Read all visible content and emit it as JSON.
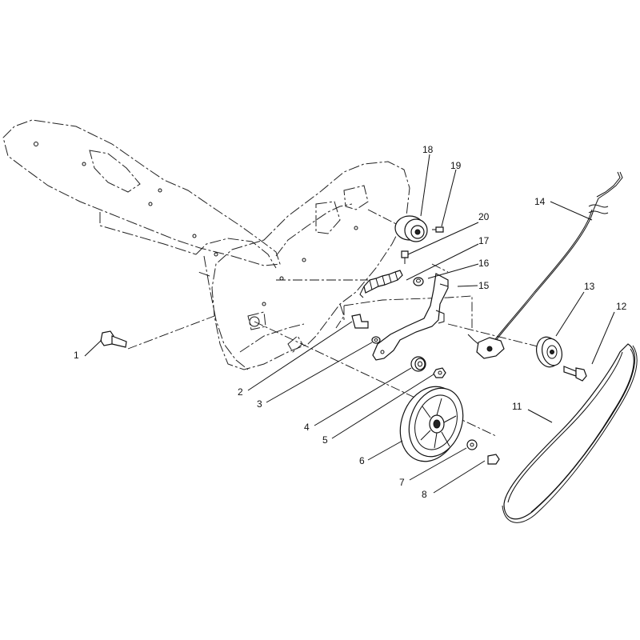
{
  "callouts": [
    {
      "id": "c1",
      "label": "1"
    },
    {
      "id": "c2",
      "label": "2"
    },
    {
      "id": "c3",
      "label": "3"
    },
    {
      "id": "c4",
      "label": "4"
    },
    {
      "id": "c5",
      "label": "5"
    },
    {
      "id": "c6",
      "label": "6"
    },
    {
      "id": "c7",
      "label": "7"
    },
    {
      "id": "c8",
      "label": "8"
    },
    {
      "id": "c11",
      "label": "11"
    },
    {
      "id": "c12",
      "label": "12"
    },
    {
      "id": "c13",
      "label": "13"
    },
    {
      "id": "c14",
      "label": "14"
    },
    {
      "id": "c15",
      "label": "15"
    },
    {
      "id": "c16",
      "label": "16"
    },
    {
      "id": "c17",
      "label": "17"
    },
    {
      "id": "c18",
      "label": "18"
    },
    {
      "id": "c19",
      "label": "19"
    },
    {
      "id": "c20",
      "label": "20"
    }
  ]
}
